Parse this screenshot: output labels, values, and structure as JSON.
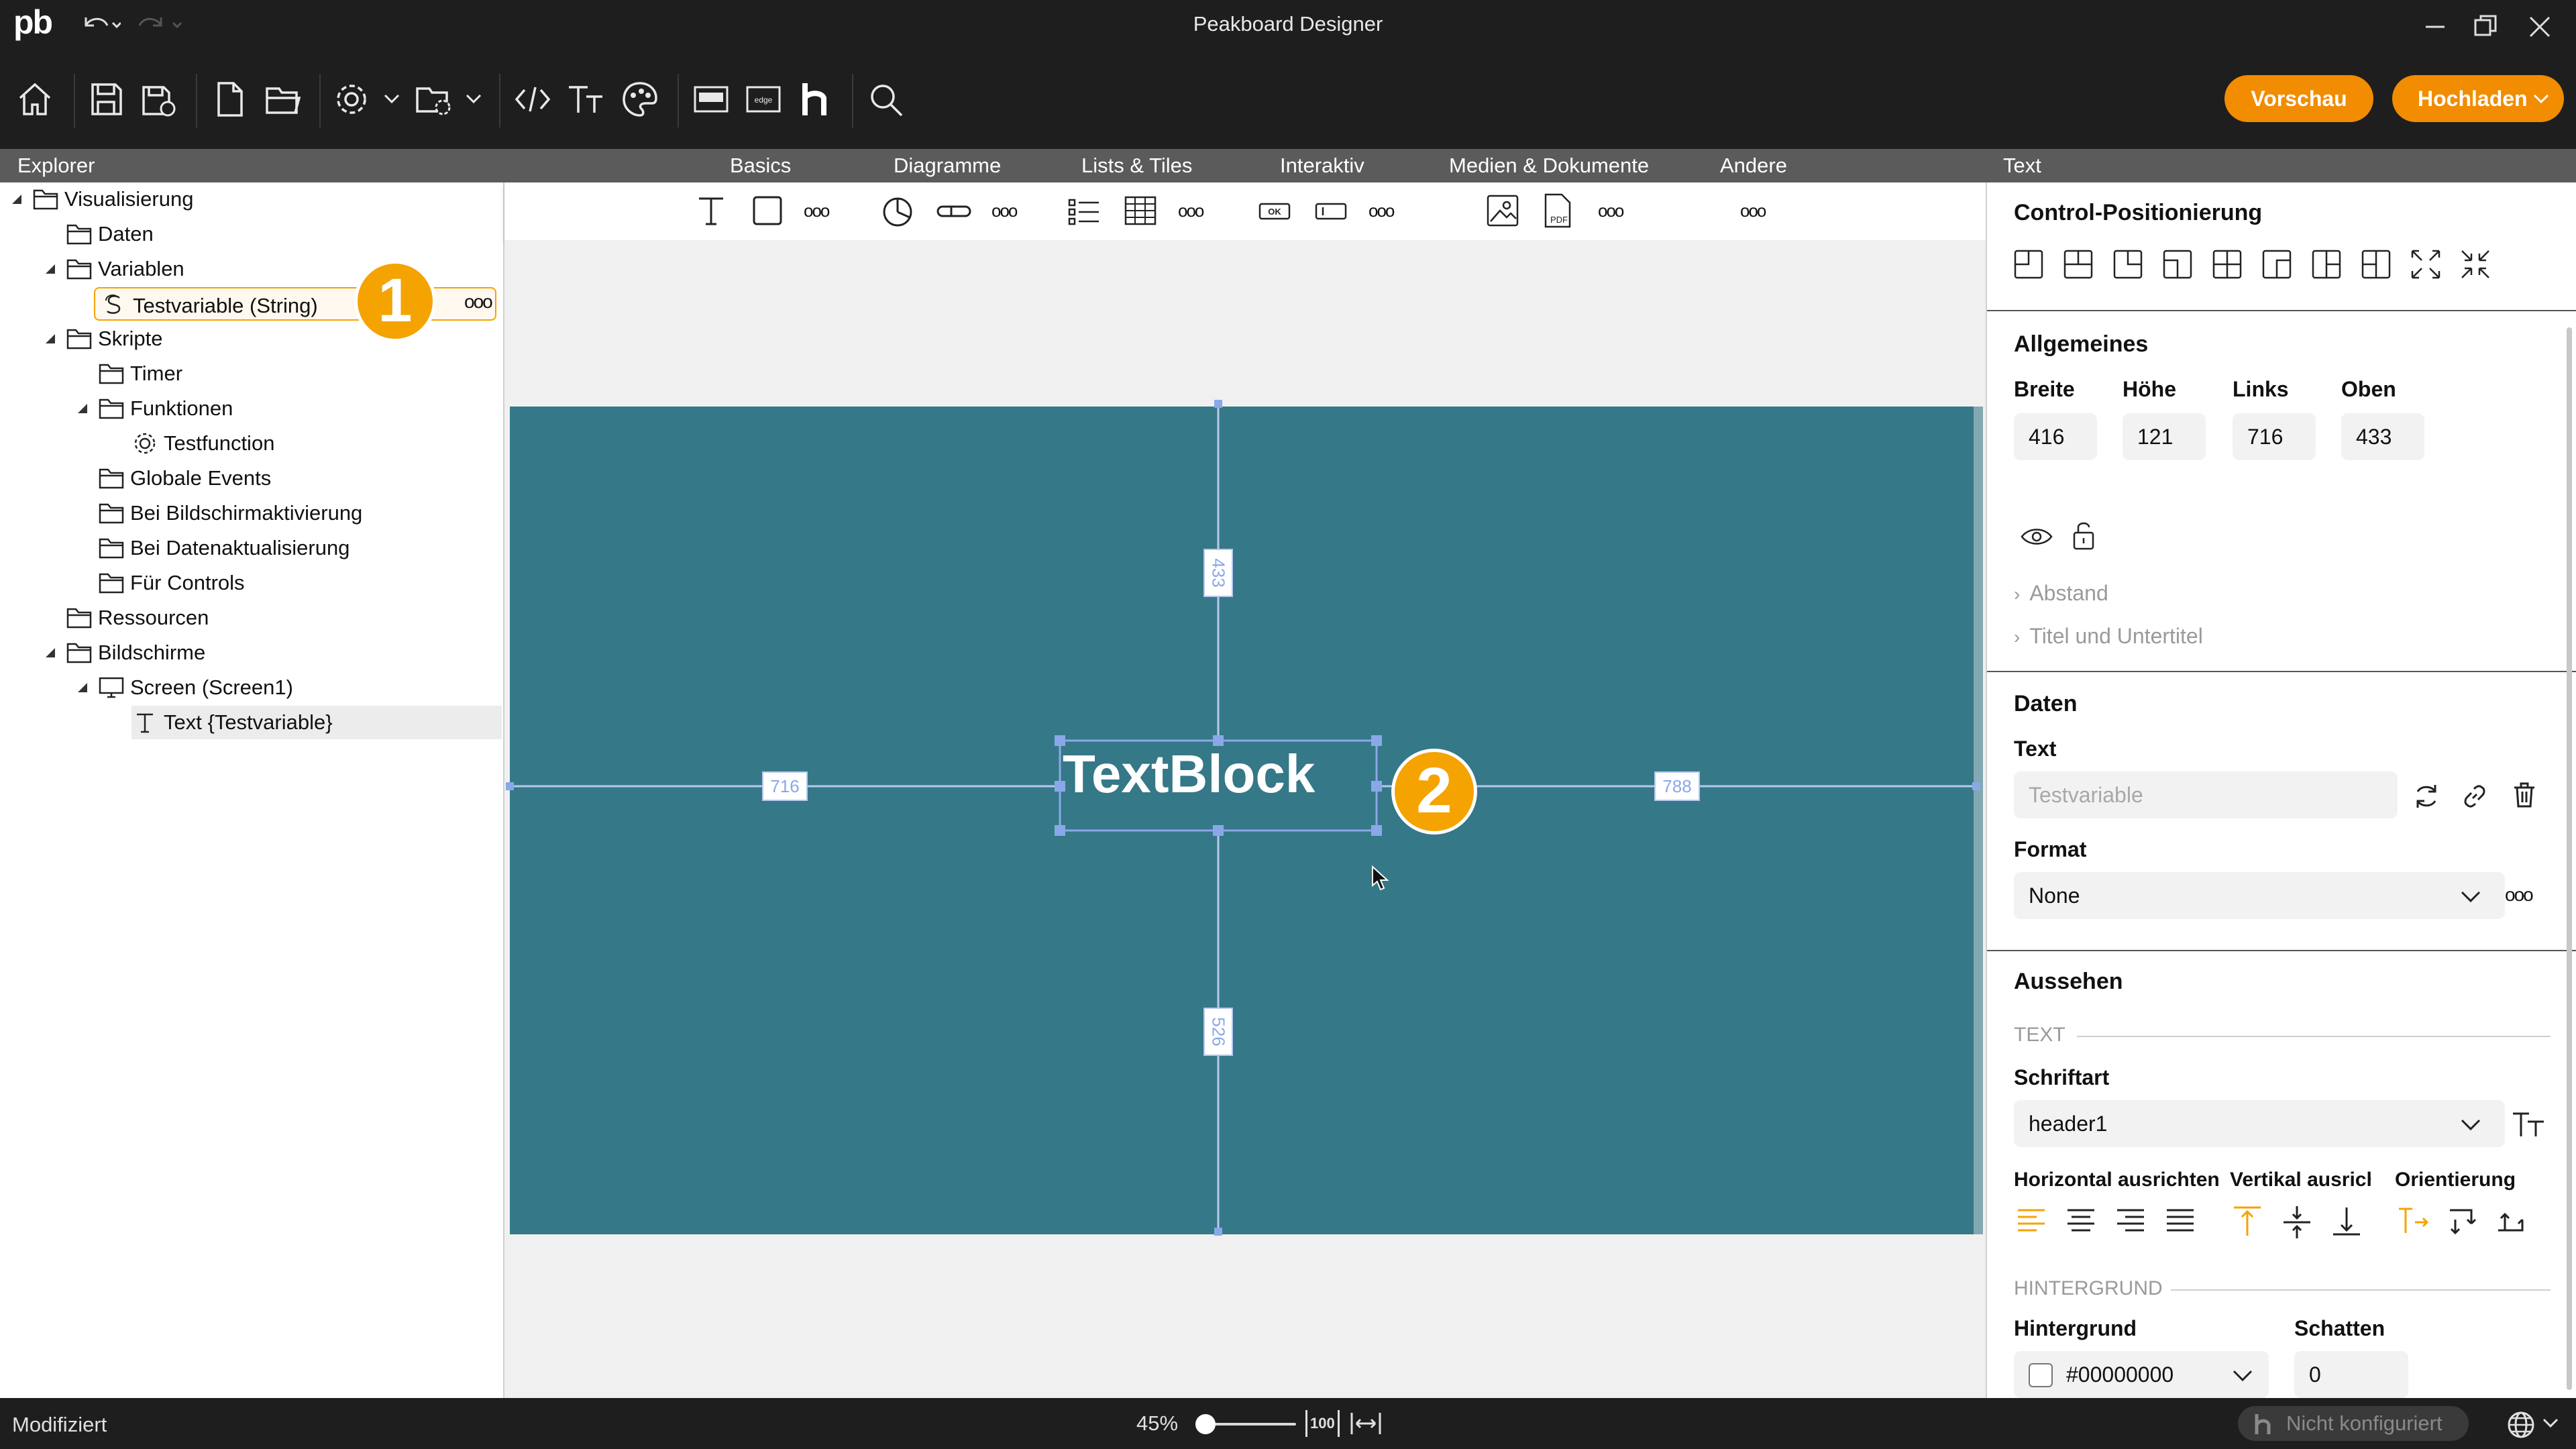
{
  "app": {
    "logo": "pb",
    "title": "Peakboard Designer"
  },
  "toolbar": {
    "preview_label": "Vorschau",
    "upload_label": "Hochladen",
    "icons": [
      "home-icon",
      "save-icon",
      "save-all-icon",
      "new-file-icon",
      "open-folder-icon",
      "settings-icon",
      "folder-settings-icon",
      "code-icon",
      "text-size-icon",
      "palette-icon",
      "pb-box-icon",
      "edge-icon",
      "hub-icon",
      "search-icon"
    ]
  },
  "explorer": {
    "header": "Explorer",
    "items": [
      {
        "label": "Visualisierung"
      },
      {
        "label": "Daten"
      },
      {
        "label": "Variablen"
      },
      {
        "label": "Testvariable (String)"
      },
      {
        "label": "Skripte"
      },
      {
        "label": "Timer"
      },
      {
        "label": "Funktionen"
      },
      {
        "label": "Testfunction"
      },
      {
        "label": "Globale Events"
      },
      {
        "label": "Bei Bildschirmaktivierung"
      },
      {
        "label": "Bei Datenaktualisierung"
      },
      {
        "label": "Für Controls"
      },
      {
        "label": "Ressourcen"
      },
      {
        "label": "Bildschirme"
      },
      {
        "label": "Screen (Screen1)"
      },
      {
        "label": "Text {Testvariable}"
      }
    ],
    "more": "ooo"
  },
  "ribbon": {
    "tabs": [
      "Basics",
      "Diagramme",
      "Lists & Tiles",
      "Interaktiv",
      "Medien & Dokumente",
      "Andere"
    ],
    "more": "ooo"
  },
  "canvas": {
    "textblock": "TextBlock",
    "dim_top": "433",
    "dim_left": "716",
    "dim_right": "788",
    "dim_bottom": "526",
    "callout_1": "1",
    "callout_2": "2",
    "screen_color": "#357887",
    "accent": "#f5a300"
  },
  "properties": {
    "header": "Text",
    "positioning_title": "Control-Positionierung",
    "general_title": "Allgemeines",
    "width_label": "Breite",
    "height_label": "Höhe",
    "left_label": "Links",
    "top_label": "Oben",
    "width": "416",
    "height": "121",
    "left": "716",
    "top": "433",
    "spacing_label": "Abstand",
    "title_subtitle_label": "Titel und Untertitel",
    "data_title": "Daten",
    "text_label": "Text",
    "text_placeholder": "Testvariable",
    "format_label": "Format",
    "format_value": "None",
    "appearance_title": "Aussehen",
    "text_subhead": "TEXT",
    "font_label": "Schriftart",
    "font_value": "header1",
    "halign_label": "Horizontal ausrichten",
    "valign_label": "Vertikal ausricht",
    "orientation_label": "Orientierung",
    "background_subhead": "HINTERGRUND",
    "background_label": "Hintergrund",
    "background_value": "#00000000",
    "shadow_label": "Schatten",
    "shadow_value": "0"
  },
  "status": {
    "left": "Modifiziert",
    "zoom": "45%",
    "zoom_100": "100",
    "hub": "Nicht konfiguriert"
  }
}
